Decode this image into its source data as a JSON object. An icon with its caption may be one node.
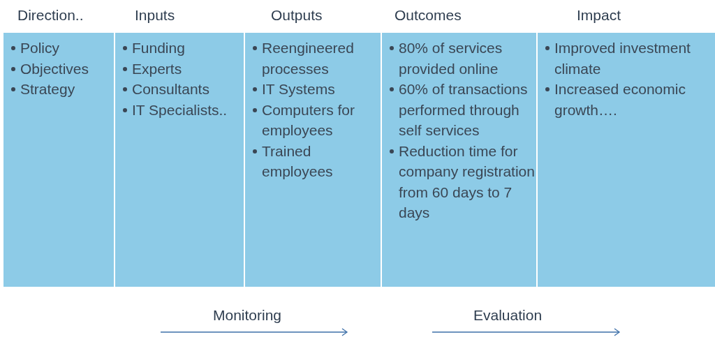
{
  "diagram": {
    "nodes": [
      {
        "text": [
          "Direction..",
          "Policy",
          "Objectives",
          "Strategy"
        ]
      },
      {
        "text": [
          "Inputs",
          "Funding",
          "Experts",
          "Consultants",
          "IT Specialists.."
        ]
      },
      {
        "text": [
          "Outputs",
          "Reengineered processes",
          "IT Systems",
          "Computers for employees",
          "Trained employees"
        ]
      },
      {
        "text": [
          "Outcomes",
          "80% of services provided online",
          "60% of transactions performed through self services",
          "Reduction time for company registration from 60 days to 7 days"
        ]
      },
      {
        "text": [
          "Impact",
          "Improved investment climate",
          "Increased economic growth…."
        ]
      }
    ],
    "labels": [
      "Monitoring",
      "Evaluation"
    ]
  }
}
